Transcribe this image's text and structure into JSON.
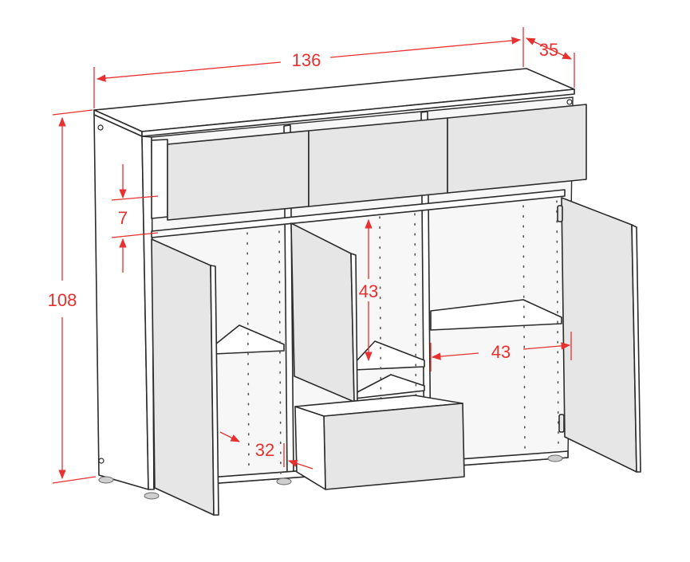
{
  "colors": {
    "dimension": "#e8302f",
    "outline": "#2b2b2b",
    "front_panel": "#e6e6e6"
  },
  "dimensions": {
    "width": "136",
    "depth": "35",
    "height": "108",
    "gap": "7",
    "compartment_height": "43",
    "compartment_width": "43",
    "inner_depth": "32"
  }
}
